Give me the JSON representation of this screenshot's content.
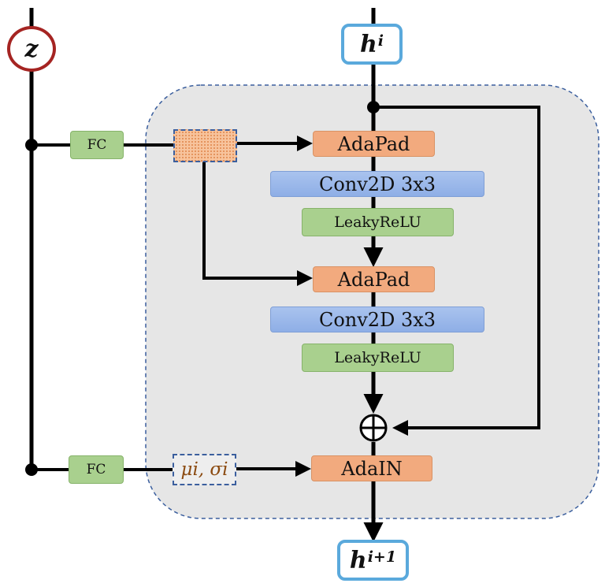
{
  "latent": {
    "label": "z"
  },
  "input": {
    "base": "h",
    "sup": "i"
  },
  "output": {
    "base": "h",
    "sup": "i+1"
  },
  "fc_top": {
    "label": "FC"
  },
  "fc_bottom": {
    "label": "FC"
  },
  "mu_sigma": {
    "label": "μi, σi"
  },
  "block1": {
    "adapad": "AdaPad",
    "conv": "Conv2D 3x3",
    "act": "LeakyReLU"
  },
  "block2": {
    "adapad": "AdaPad",
    "conv": "Conv2D 3x3",
    "act": "LeakyReLU"
  },
  "adain": {
    "label": "AdaIN"
  },
  "sum": {
    "symbol": "⊕"
  },
  "colors": {
    "orange": "#f2aa7e",
    "blue": "#8eaee6",
    "green": "#a9d08e",
    "region": "#e6e6e6",
    "dash": "#3b5f9e",
    "input_border": "#5aa9dc",
    "z_border": "#a52422"
  }
}
